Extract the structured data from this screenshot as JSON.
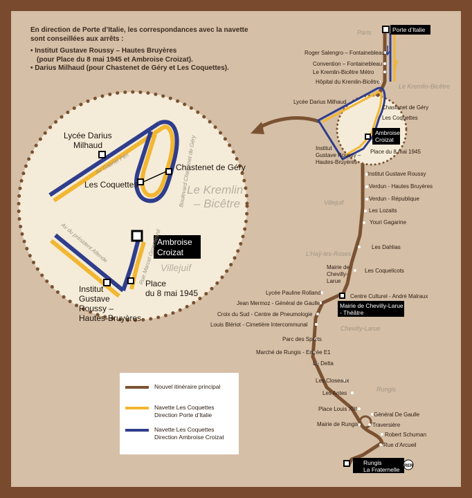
{
  "intro": {
    "line1": "En direction de Porte d’Italie, les correspondances avec la navette",
    "line2": "sont conseillées aux arrêts :",
    "b1_line1": "• Institut Gustave Roussy – Hautes Bruyères",
    "b1_line2": "(pour Place du 8 mai 1945 et Ambroise Croizat).",
    "b2": "• Darius Milhaud (pour Chastenet de Géry et Les Coquettes)."
  },
  "zones": {
    "paris": "Paris",
    "kremlin": "Le Kremlin-Bicêtre",
    "villejuif": "Villejuif",
    "hay": "L’Haÿ-les-Roses",
    "chevilly": "Chevilly-Larue",
    "rungis": "Rungis"
  },
  "stops": {
    "porte_italie": "Porte d’Italie",
    "roger": "Roger Salengro – Fontainebleau",
    "convention": "Convention – Fontainebleau",
    "kb_metro": "Le Kremlin-Bicêtre Métro",
    "hopital": "Hôpital du Kremlin-Bicêtre",
    "darius": "Lycée Darius Milhaud",
    "chastenet": "Chastenet de Géry",
    "coquettes": "Les Coquettes",
    "ambroise_1": "Ambroise",
    "ambroise_2": "Croizat",
    "place8mai": "Place du 8 mai 1945",
    "igr_1": "Institut",
    "igr_2": "Gustave Roussy –",
    "igr_3": "Hautes-Bruyères",
    "igr_main": "Institut Gustave Roussy",
    "verdun_hb": "Verdun - Hautes Bruyères",
    "verdun_rep": "Verdun - République",
    "lozaits": "Les Lozaits",
    "youri": "Youri Gagarine",
    "dahlias": "Les Dahlias",
    "coquelicots": "Les Coquelicots",
    "mairie_chev_1": "Mairie de",
    "mairie_chev_2": "Chevilly-",
    "mairie_chev_3": "Larue",
    "culturel": "Centre Culturel - André Malraux",
    "theatre_1": "Mairie de Chevilly-Larue",
    "theatre_2": "- Théâtre",
    "pauline": "Lycée Pauline Rolland",
    "mermoz": "Jean Mermoz - Général de Gaulle",
    "croix": "Croix du Sud - Centre de Pneumologie",
    "bleriot": "Louis Blériot - Cimetière Intercommunal",
    "parc": "Parc des Sports",
    "marche": "Marché de Rungis - Entrée E1",
    "delta": "Le Delta",
    "closeaux": "Les Closeaux",
    "antes": "Les Antes",
    "louis13": "Place Louis XIII",
    "gaulle": "Général De Gaulle",
    "mairie_rungis": "Mairie de Rungis",
    "traversiere": "Traversière",
    "schuman": "Robert Schuman",
    "arcueil": "Rue d’Arcueil",
    "fraternelle_1": "Rungis",
    "fraternelle_2": "La Fraternelle",
    "rer": "RER"
  },
  "zoom": {
    "darius_1": "Lycée Darius",
    "darius_2": "Milhaud",
    "coquettes": "Les Coquettes",
    "chastenet": "Chastenet de Géry",
    "kremlin_1": "Le Kremlin",
    "kremlin_2": "– Bicêtre",
    "ambroise_1": "Ambroise",
    "ambroise_2": "Croizat",
    "villejuif": "Villejuif",
    "place_1": "Place",
    "place_2": "du 8 mai 1945",
    "igr_1": "Institut",
    "igr_2": "Gustave",
    "igr_3": "Roussy –",
    "igr_4": "Hautes-Bruyères",
    "street_peri": "Av Gabriel Péri",
    "street_chastenet": "Boulevard Chastenet de Géry",
    "street_allende": "Av du président Allende",
    "street_grosmesnil": "Rue Marcel Grosmesnil"
  },
  "legend": {
    "main": "Nouvel itinéraire principal",
    "yellow_1": "Navette Les Coquettes",
    "yellow_2": "Direction Porte d’Italie",
    "blue_1": "Navette Les Coquettes",
    "blue_2": "Direction Ambroise Croizat"
  },
  "colors": {
    "frame": "#7a4a2e",
    "background": "#d5bfa6",
    "main_route": "#7a5232",
    "yellow_shuttle": "#f2b632",
    "blue_shuttle": "#2f3d8c",
    "zoom_fill": "#f4ecd8"
  }
}
